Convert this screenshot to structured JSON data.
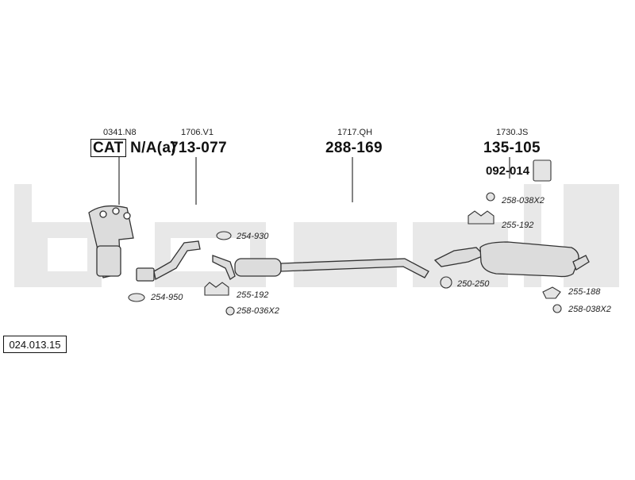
{
  "watermark": "bosal",
  "catalog_id": "024.013.15",
  "groups": [
    {
      "ref": "0341.N8",
      "cat": "CAT",
      "part": "N/A(a)"
    },
    {
      "ref": "1706.V1",
      "part": "713-077"
    },
    {
      "ref": "1717.QH",
      "part": "288-169"
    },
    {
      "ref": "1730.JS",
      "part": "135-105"
    }
  ],
  "bracket_part": "092-014",
  "fittings": [
    "254-930",
    "255-192",
    "258-036X2",
    "254-950",
    "250-250",
    "258-038X2",
    "255-192",
    "255-188",
    "258-038X2"
  ],
  "colors": {
    "pipe": "#cfcfcf",
    "outline": "#333333",
    "watermark": "#e6e6e6"
  }
}
